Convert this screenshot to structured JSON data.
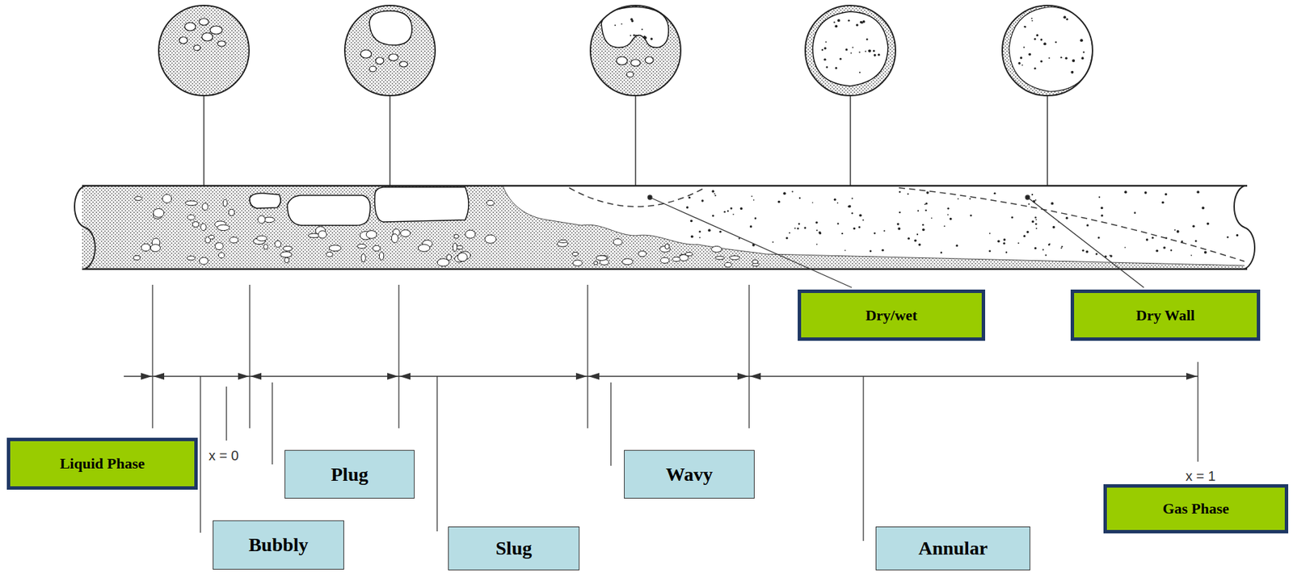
{
  "diagram": {
    "nodes": [
      {
        "text": [
          "Dry/wet"
        ]
      },
      {
        "text": [
          "Dry Wall"
        ]
      },
      {
        "text": [
          "Liquid Phase"
        ]
      },
      {
        "text": [
          "Plug"
        ]
      },
      {
        "text": [
          "Wavy"
        ]
      },
      {
        "text": [
          "Gas Phase"
        ]
      },
      {
        "text": [
          "Bubbly"
        ]
      },
      {
        "text": [
          "Slug"
        ]
      },
      {
        "text": [
          "Annular"
        ]
      }
    ],
    "labels": [
      "x = 0",
      "x = 1"
    ]
  }
}
